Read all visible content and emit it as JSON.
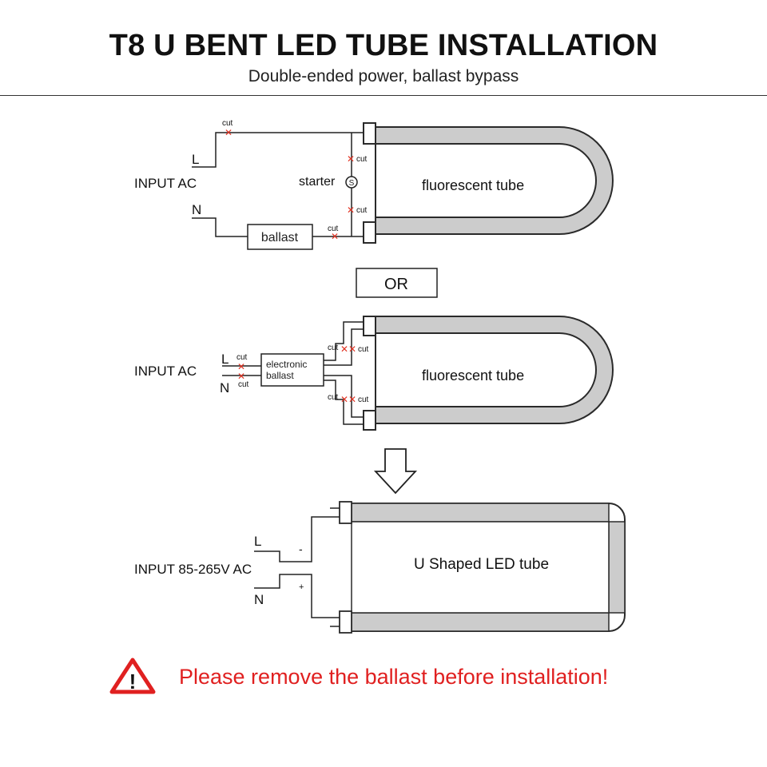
{
  "header": {
    "title": "T8 U BENT LED TUBE INSTALLATION",
    "subtitle": "Double-ended power, ballast bypass"
  },
  "diagram1": {
    "input": "INPUT  AC",
    "L": "L",
    "N": "N",
    "cut": "cut",
    "starter": "starter",
    "starter_symbol": "S",
    "ballast": "ballast",
    "tube": "fluorescent tube"
  },
  "separator": {
    "or": "OR"
  },
  "diagram2": {
    "input": "INPUT  AC",
    "L": "L",
    "N": "N",
    "cut": "cut",
    "ballast_line1": "electronic",
    "ballast_line2": "ballast",
    "tube": "fluorescent tube"
  },
  "diagram3": {
    "input": "INPUT  85-265V  AC",
    "L": "L",
    "N": "N",
    "minus": "-",
    "plus": "+",
    "tube": "U Shaped LED tube"
  },
  "warning": {
    "text": "Please remove the ballast before installation!",
    "symbol": "!"
  },
  "colors": {
    "cut_mark": "#e03020",
    "tube_fill": "#cccccc",
    "warning": "#e02020"
  }
}
